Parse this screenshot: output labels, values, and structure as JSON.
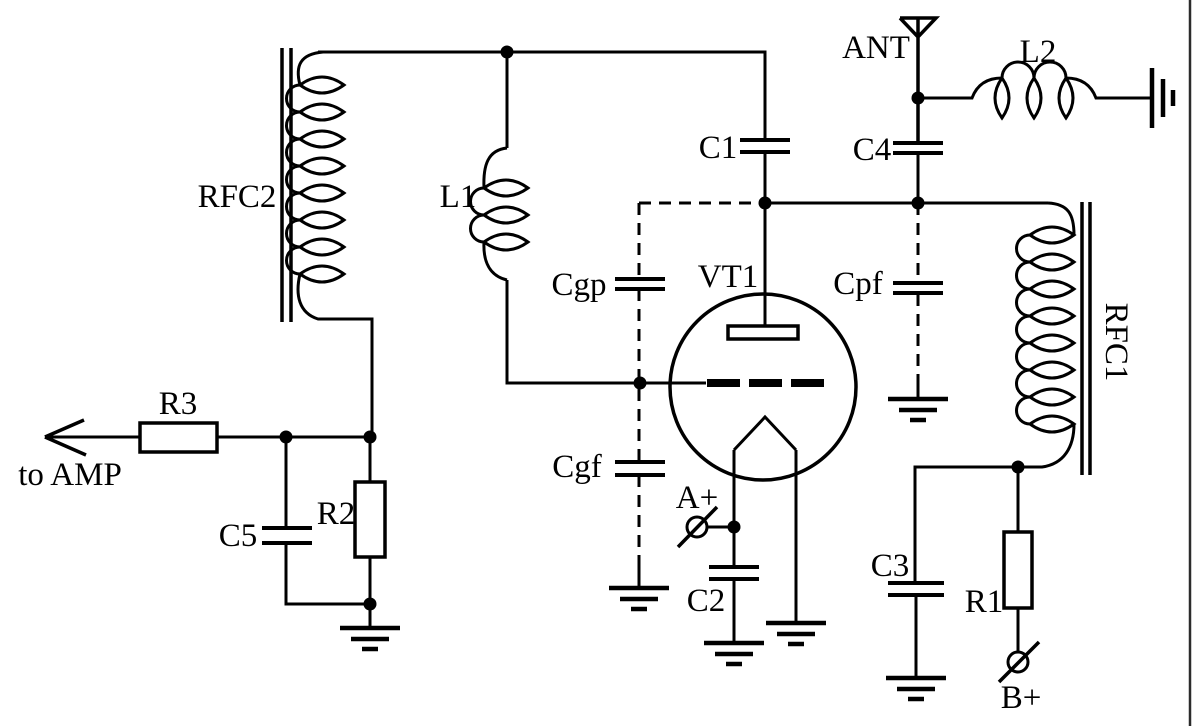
{
  "diagram": {
    "kind": "vacuum-tube RF receiver / detector circuit schematic",
    "colors": {
      "line": "#000000",
      "background": "#ffffff",
      "page_border": "#2b2b2b"
    },
    "labels": {
      "rfc2": "RFC2",
      "l1": "L1",
      "c1": "C1",
      "ant": "ANT",
      "c4": "C4",
      "l2": "L2",
      "cgp": "Cgp",
      "vt1": "VT1",
      "cpf": "Cpf",
      "rfc1": "RFC1",
      "cgf": "Cgf",
      "r3": "R3",
      "to_amp": "to AMP",
      "r2": "R2",
      "c5": "C5",
      "a_plus": "A+",
      "c2": "C2",
      "c3": "C3",
      "r1": "R1",
      "b_plus": "B+"
    },
    "components": [
      {
        "label": "RFC2",
        "type": "rf-choke-winding-with-core"
      },
      {
        "label": "L1",
        "type": "inductor"
      },
      {
        "label": "C1",
        "type": "capacitor"
      },
      {
        "label": "ANT",
        "type": "antenna-terminal"
      },
      {
        "label": "C4",
        "type": "capacitor"
      },
      {
        "label": "L2",
        "type": "inductor-to-ground"
      },
      {
        "label": "Cgp",
        "type": "interelectrode-capacitance-dashed"
      },
      {
        "label": "VT1",
        "type": "triode-vacuum-tube"
      },
      {
        "label": "Cpf",
        "type": "interelectrode-capacitance-dashed"
      },
      {
        "label": "RFC1",
        "type": "rf-choke-winding-with-core"
      },
      {
        "label": "Cgf",
        "type": "interelectrode-capacitance-dashed"
      },
      {
        "label": "R3",
        "type": "resistor"
      },
      {
        "label": "R2",
        "type": "resistor"
      },
      {
        "label": "R1",
        "type": "resistor"
      },
      {
        "label": "C5",
        "type": "capacitor"
      },
      {
        "label": "C2",
        "type": "capacitor"
      },
      {
        "label": "C3",
        "type": "capacitor"
      },
      {
        "label": "A+",
        "type": "supply-terminal"
      },
      {
        "label": "B+",
        "type": "supply-terminal"
      },
      {
        "label": "to AMP",
        "type": "signal-output-arrow"
      }
    ]
  }
}
